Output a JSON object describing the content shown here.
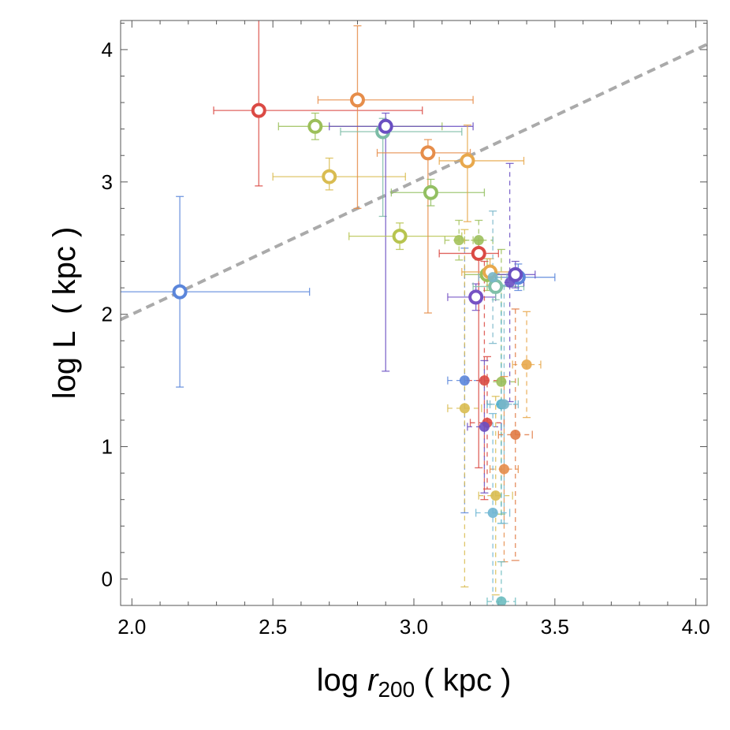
{
  "chart_data": {
    "type": "scatter",
    "xlabel": {
      "prefix": "log ",
      "var": "r",
      "sub": "200",
      "suffix": " ( kpc )"
    },
    "ylabel": "log L  ( kpc )",
    "xlim": [
      1.96,
      4.04
    ],
    "ylim": [
      -0.2,
      4.22
    ],
    "x_ticks": [
      "2.0",
      "2.5",
      "3.0",
      "3.5",
      "4.0"
    ],
    "y_ticks": [
      "0",
      "1",
      "2",
      "3",
      "4"
    ],
    "grid": false,
    "reference_line": {
      "style": "dashed",
      "color": "#aaaaaa",
      "points": [
        [
          1.96,
          1.96
        ],
        [
          4.04,
          4.04
        ]
      ]
    },
    "series": [
      {
        "marker": "ring",
        "points": [
          {
            "x": 2.17,
            "y": 2.17,
            "xerr": [
              0.22,
              0.46
            ],
            "yerr": [
              0.72,
              0.72
            ],
            "color": "#5b86db"
          },
          {
            "x": 2.45,
            "y": 3.54,
            "xerr": [
              0.16,
              0.58
            ],
            "yerr": [
              0.57,
              0.7
            ],
            "color": "#db4a44"
          },
          {
            "x": 2.65,
            "y": 3.42,
            "xerr": [
              0.13,
              0.45
            ],
            "yerr": [
              0.1,
              0.1
            ],
            "color": "#9cbf5a"
          },
          {
            "x": 2.7,
            "y": 3.04,
            "xerr": [
              0.2,
              0.27
            ],
            "yerr": [
              0.1,
              0.14
            ],
            "color": "#d9bc51"
          },
          {
            "x": 2.8,
            "y": 3.62,
            "xerr": [
              0.14,
              0.41
            ],
            "yerr": [
              0.82,
              0.56
            ],
            "color": "#e68d4a"
          },
          {
            "x": 2.89,
            "y": 3.38,
            "xerr": [
              0.15,
              0.28
            ],
            "yerr": [
              0.64,
              0.1
            ],
            "color": "#7cbca6"
          },
          {
            "x": 2.9,
            "y": 3.42,
            "xerr": [
              0.2,
              0.31
            ],
            "yerr": [
              1.85,
              0.1
            ],
            "color": "#6a4fc2"
          },
          {
            "x": 2.95,
            "y": 2.59,
            "xerr": [
              0.18,
              0.22
            ],
            "yerr": [
              0.1,
              0.1
            ],
            "color": "#b7c44f"
          },
          {
            "x": 3.05,
            "y": 3.22,
            "xerr": [
              0.18,
              0.15
            ],
            "yerr": [
              1.21,
              0.1
            ],
            "color": "#e68d4a"
          },
          {
            "x": 3.06,
            "y": 2.92,
            "xerr": [
              0.14,
              0.19
            ],
            "yerr": [
              0.1,
              0.1
            ],
            "color": "#93bf62"
          },
          {
            "x": 3.19,
            "y": 3.16,
            "xerr": [
              0.1,
              0.2
            ],
            "yerr": [
              0.46,
              0.27
            ],
            "color": "#e8a84c"
          },
          {
            "x": 3.22,
            "y": 2.13,
            "xerr": [
              0.1,
              0.07
            ],
            "yerr": [
              0.1,
              0.1
            ],
            "color": "#7652c4"
          },
          {
            "x": 3.23,
            "y": 2.46,
            "xerr": [
              0.14,
              0.07
            ],
            "yerr": [
              1.62,
              0.1
            ],
            "color": "#db4a44"
          },
          {
            "x": 3.26,
            "y": 2.3,
            "xerr": [
              0.08,
              0.08
            ],
            "yerr": [
              0.12,
              0.12
            ],
            "color": "#9cbf5a"
          },
          {
            "x": 3.27,
            "y": 2.32,
            "xerr": [
              0.1,
              0.08
            ],
            "yerr": [
              0.1,
              0.1
            ],
            "color": "#e8a84c"
          },
          {
            "x": 3.29,
            "y": 2.21,
            "xerr": [
              0.08,
              0.1
            ],
            "yerr": [
              0.1,
              0.1
            ],
            "color": "#80c0a8"
          },
          {
            "x": 3.37,
            "y": 2.28,
            "xerr": [
              0.08,
              0.13
            ],
            "yerr": [
              0.1,
              0.1
            ],
            "color": "#5b86db"
          },
          {
            "x": 3.36,
            "y": 2.3,
            "xerr": [
              0.07,
              0.07
            ],
            "yerr": [
              0.1,
              0.1
            ],
            "color": "#6a4fc2"
          }
        ]
      },
      {
        "marker": "dot",
        "points": [
          {
            "x": 3.16,
            "y": 2.56,
            "xerr": [
              0.05,
              0.05
            ],
            "yerr": [
              0.15,
              0.15
            ],
            "color": "#a4c25a"
          },
          {
            "x": 3.23,
            "y": 2.56,
            "xerr": [
              0.05,
              0.05
            ],
            "yerr": [
              0.15,
              0.15
            ],
            "color": "#9cc05c"
          },
          {
            "x": 3.28,
            "y": 2.28,
            "xerr": [
              0.05,
              0.05
            ],
            "yerr": [
              0.5,
              0.5
            ],
            "color": "#78b6c9"
          },
          {
            "x": 3.34,
            "y": 2.24,
            "xerr": [
              0.05,
              0.05
            ],
            "yerr": [
              0.9,
              0.9
            ],
            "color": "#6a4fc2"
          },
          {
            "x": 3.18,
            "y": 1.5,
            "xerr": [
              0.06,
              0.06
            ],
            "yerr": [
              1.0,
              1.0
            ],
            "color": "#5b86db"
          },
          {
            "x": 3.25,
            "y": 1.5,
            "xerr": [
              0.06,
              0.06
            ],
            "yerr": [
              0.9,
              0.9
            ],
            "color": "#db4a44"
          },
          {
            "x": 3.31,
            "y": 1.49,
            "xerr": [
              0.06,
              0.06
            ],
            "yerr": [
              1.0,
              1.0
            ],
            "color": "#9cbf5a"
          },
          {
            "x": 3.18,
            "y": 1.29,
            "xerr": [
              0.06,
              0.06
            ],
            "yerr": [
              1.35,
              1.35
            ],
            "color": "#d9bc51"
          },
          {
            "x": 3.26,
            "y": 1.18,
            "xerr": [
              0.06,
              0.06
            ],
            "yerr": [
              0.5,
              0.5
            ],
            "color": "#db4a44"
          },
          {
            "x": 3.25,
            "y": 1.15,
            "xerr": [
              0.06,
              0.06
            ],
            "yerr": [
              0.5,
              0.5
            ],
            "color": "#6a4fc2"
          },
          {
            "x": 3.31,
            "y": 1.32,
            "xerr": [
              0.05,
              0.05
            ],
            "yerr": [
              0.9,
              0.9
            ],
            "color": "#4faec9"
          },
          {
            "x": 3.32,
            "y": 1.32,
            "xerr": [
              0.05,
              0.05
            ],
            "yerr": [
              0.9,
              0.9
            ],
            "color": "#78b6c9"
          },
          {
            "x": 3.4,
            "y": 1.62,
            "xerr": [
              0.05,
              0.05
            ],
            "yerr": [
              0.4,
              0.4
            ],
            "color": "#e8a84c"
          },
          {
            "x": 3.36,
            "y": 1.09,
            "xerr": [
              0.06,
              0.06
            ],
            "yerr": [
              0.95,
              0.95
            ],
            "color": "#e07a44"
          },
          {
            "x": 3.32,
            "y": 0.83,
            "xerr": [
              0.05,
              0.05
            ],
            "yerr": [
              0.7,
              0.7
            ],
            "color": "#e68d4a"
          },
          {
            "x": 3.29,
            "y": 0.63,
            "xerr": [
              0.06,
              0.06
            ],
            "yerr": [
              0.75,
              0.75
            ],
            "color": "#d9bc51"
          },
          {
            "x": 3.28,
            "y": 0.5,
            "xerr": [
              0.06,
              0.06
            ],
            "yerr": [
              0.75,
              0.75
            ],
            "color": "#6fb6d3"
          },
          {
            "x": 3.31,
            "y": -0.17,
            "xerr": [
              0.05,
              0.05
            ],
            "yerr": [
              0.3,
              0.3
            ],
            "color": "#6dbcc0"
          }
        ]
      }
    ]
  }
}
